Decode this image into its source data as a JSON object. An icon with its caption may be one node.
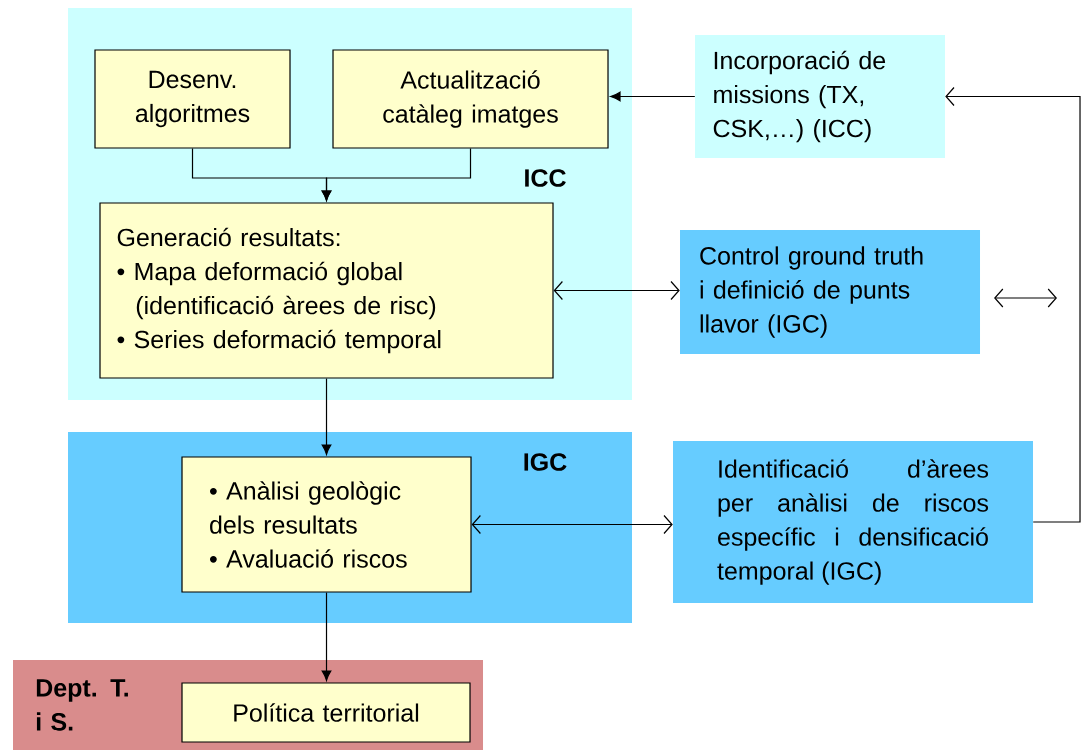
{
  "diagram": {
    "nodes": [
      {
        "text": [
          "ICC"
        ]
      },
      {
        "text": [
          "Desenv. algoritmes"
        ],
        "in": 0
      },
      {
        "text": [
          "Actualització catàleg imatges"
        ],
        "in": 0
      },
      {
        "text": [
          "Generació resultats:",
          "• Mapa deformació global (identificació àrees de risc)",
          "• Series deformació temporal"
        ],
        "in": 0
      },
      {
        "text": [
          "Incorporació de missions (TX, CSK,…) (ICC)"
        ]
      },
      {
        "text": [
          "Control ground truth i definició de punts llavor (IGC)"
        ]
      },
      {
        "text": [
          "IGC"
        ]
      },
      {
        "text": [
          "• Anàlisi geològic dels resultats",
          "• Avaluació riscos"
        ],
        "in": 6
      },
      {
        "text": [
          "Identificació d’àrees per anàlisi de riscos específic i densificació temporal (IGC)"
        ]
      },
      {
        "text": [
          "Dept. T. i S."
        ]
      },
      {
        "text": [
          "Política territorial"
        ],
        "in": 9
      }
    ],
    "edges": [
      {
        "from": 1,
        "to": 3,
        "arrow": "to"
      },
      {
        "from": 2,
        "to": 3,
        "arrow": "to"
      },
      {
        "from": 4,
        "to": 2,
        "arrow": "to"
      },
      {
        "from": 3,
        "to": 5,
        "arrow": "both"
      },
      {
        "from": 3,
        "to": 7,
        "arrow": "to"
      },
      {
        "from": 7,
        "to": 8,
        "arrow": "both"
      },
      {
        "from": 7,
        "to": 10,
        "arrow": "to"
      },
      {
        "from": 8,
        "to": 4,
        "arrow": "to"
      }
    ]
  }
}
